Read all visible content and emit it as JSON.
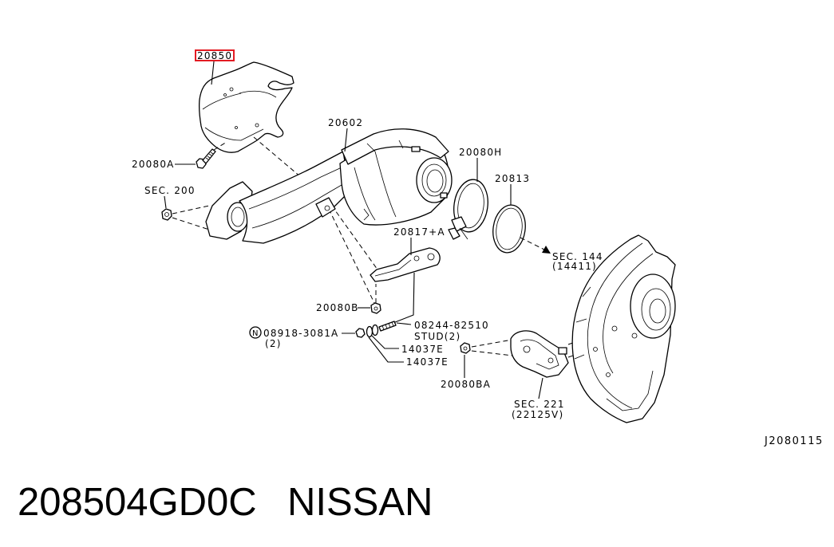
{
  "style": {
    "background": "#ffffff",
    "line_color": "#000000",
    "highlight_color": "#e31b23"
  },
  "diagram": {
    "highlighted_part": "20850",
    "labels": {
      "p20850": "20850",
      "p20602": "20602",
      "p20080A": "20080A",
      "sec200": "SEC. 200",
      "p20080H": "20080H",
      "p20813": "20813",
      "p20817A": "20817+A",
      "sec144": "SEC. 144",
      "sec144_ref": "(14411)",
      "p20080B": "20080B",
      "n_symbol": "N",
      "p08918": "08918-3081A",
      "p08918_qty": "(2)",
      "p08244": "08244-82510",
      "stud": "STUD(2)",
      "p14037E_1": "14037E",
      "p14037E_2": "14037E",
      "p20080BA": "20080BA",
      "sec221": "SEC. 221",
      "sec221_ref": "(22125V)"
    },
    "diagram_code": "J2080115"
  },
  "caption": {
    "part_number": "208504GD0C",
    "brand": "NISSAN"
  }
}
